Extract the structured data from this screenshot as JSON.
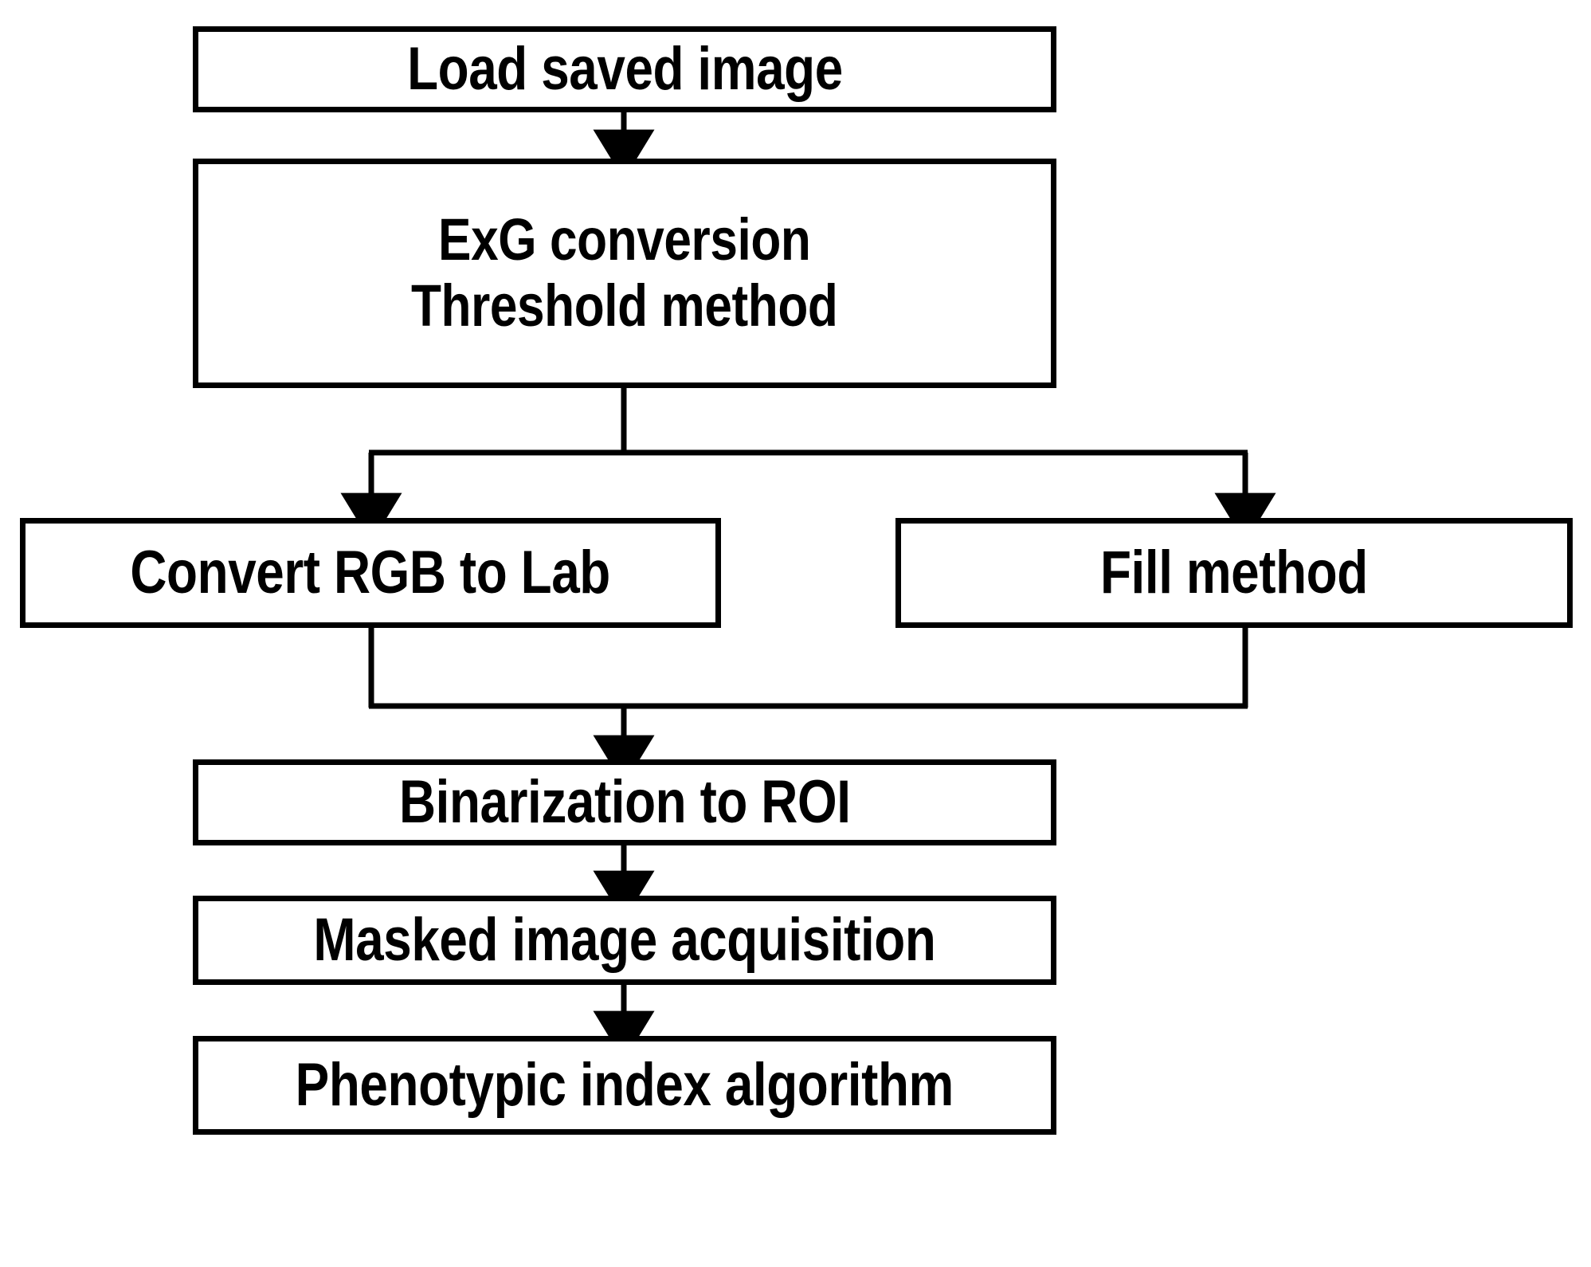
{
  "diagram": {
    "title": "Image processing workflow flowchart",
    "type": "flowchart",
    "orientation": "top-to-bottom",
    "stroke_color": "#000000",
    "fill_color": "#ffffff",
    "background_color": "#ffffff",
    "nodes": [
      {
        "id": "load",
        "label": "Load saved image"
      },
      {
        "id": "exg",
        "label": "ExG conversion\nThreshold method"
      },
      {
        "id": "lab",
        "label": "Convert RGB to Lab"
      },
      {
        "id": "fill",
        "label": "Fill method"
      },
      {
        "id": "binarization",
        "label": "Binarization to ROI"
      },
      {
        "id": "masked",
        "label": "Masked image acquisition"
      },
      {
        "id": "phenotypic",
        "label": "Phenotypic index algorithm"
      }
    ],
    "edges": [
      {
        "from": "load",
        "to": "exg",
        "style": "straight-arrow"
      },
      {
        "from": "exg",
        "to": "lab",
        "style": "split-branch-arrow"
      },
      {
        "from": "exg",
        "to": "fill",
        "style": "split-branch-arrow"
      },
      {
        "from": "lab",
        "to": "binarization",
        "style": "merge-branch-arrow"
      },
      {
        "from": "fill",
        "to": "binarization",
        "style": "merge-branch-arrow"
      },
      {
        "from": "binarization",
        "to": "masked",
        "style": "straight-arrow"
      },
      {
        "from": "masked",
        "to": "phenotypic",
        "style": "straight-arrow"
      }
    ]
  }
}
